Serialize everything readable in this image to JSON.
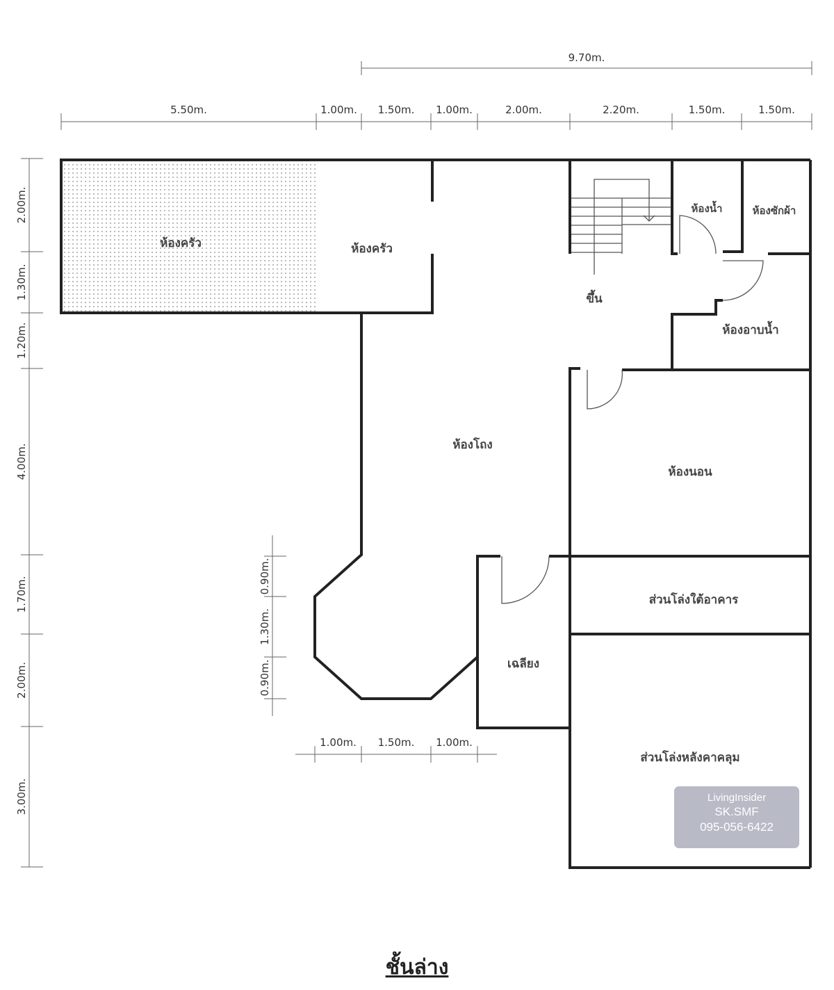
{
  "title": "ชั้นล่าง",
  "overall_width": "9.70m.",
  "top_dims": [
    "5.50m.",
    "1.00m.",
    "1.50m.",
    "1.00m.",
    "2.00m.",
    "2.20m.",
    "1.50m.",
    "1.50m."
  ],
  "left_dims": [
    "2.00m.",
    "1.30m.",
    "1.20m.",
    "4.00m.",
    "1.70m.",
    "2.00m.",
    "3.00m."
  ],
  "bay_dims": [
    "0.90m.",
    "1.30m.",
    "0.90m."
  ],
  "bottom_dims": [
    "1.00m.",
    "1.50m.",
    "1.00m."
  ],
  "rooms": {
    "kitchen_outdoor": "ห้องครัว",
    "kitchen": "ห้องครัว",
    "stairs_up": "ขึ้น",
    "toilet": "ห้องน้ำ",
    "laundry": "ห้องซักผ้า",
    "bathroom": "ห้องอาบน้ำ",
    "hall": "ห้องโถง",
    "bedroom": "ห้องนอน",
    "open_under": "ส่วนโล่งใต้อาคาร",
    "porch": "เฉลียง",
    "covered_open": "ส่วนโล่งหลังคาคลุม"
  },
  "watermark": {
    "brand": "LivingInsider",
    "line1": "SK.SMF",
    "line2": "095-056-6422"
  }
}
